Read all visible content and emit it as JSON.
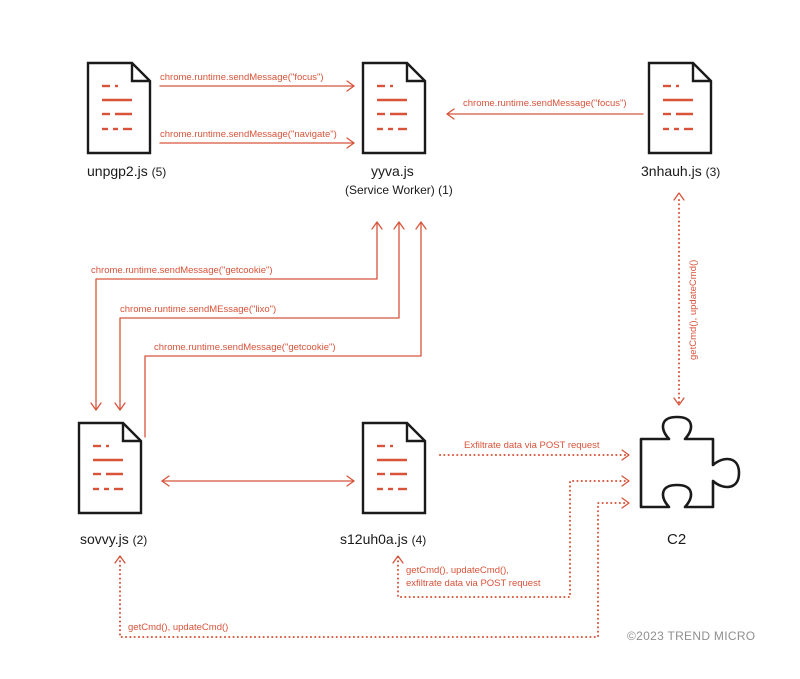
{
  "colors": {
    "accent": "#d8533a",
    "ink": "#1a1a1a",
    "muted": "#8f8f8f"
  },
  "nodes": {
    "unpgp2": {
      "name": "unpgp2.js",
      "num": "(5)"
    },
    "yyva": {
      "name": "yyva.js",
      "sub": "(Service Worker) (1)"
    },
    "nhauh": {
      "name": "3nhauh.js",
      "num": "(3)"
    },
    "sovvy": {
      "name": "sovvy.js",
      "num": "(2)"
    },
    "s12uh0a": {
      "name": "s12uh0a.js",
      "num": "(4)"
    },
    "c2": {
      "name": "C2",
      "icon": "puzzle-icon"
    }
  },
  "edges": {
    "unpgp2_focus": "chrome.runtime.sendMessage(\"focus\")",
    "unpgp2_navigate": "chrome.runtime.sendMessage(\"navigate\")",
    "nhauh_focus": "chrome.runtime.sendMessage(\"focus\")",
    "sovvy_getcookie_1": "chrome.runtime.sendMessage(\"getcookie\")",
    "sovvy_lixo": "chrome.runtime.sendMEssage(\"lixo\")",
    "sovvy_getcookie_2": "chrome.runtime.sendMessage(\"getcookie\")",
    "nhauh_c2": "getCmd(), updateCmd()",
    "s12_exfil": "Exfiltrate data via POST request",
    "s12_c2_line1": "getCmd(), updateCmd(),",
    "s12_c2_line2": "exfiltrate data via POST request",
    "sovvy_c2": "getCmd(), updateCmd()"
  },
  "copyright": "©2023 TREND MICRO"
}
